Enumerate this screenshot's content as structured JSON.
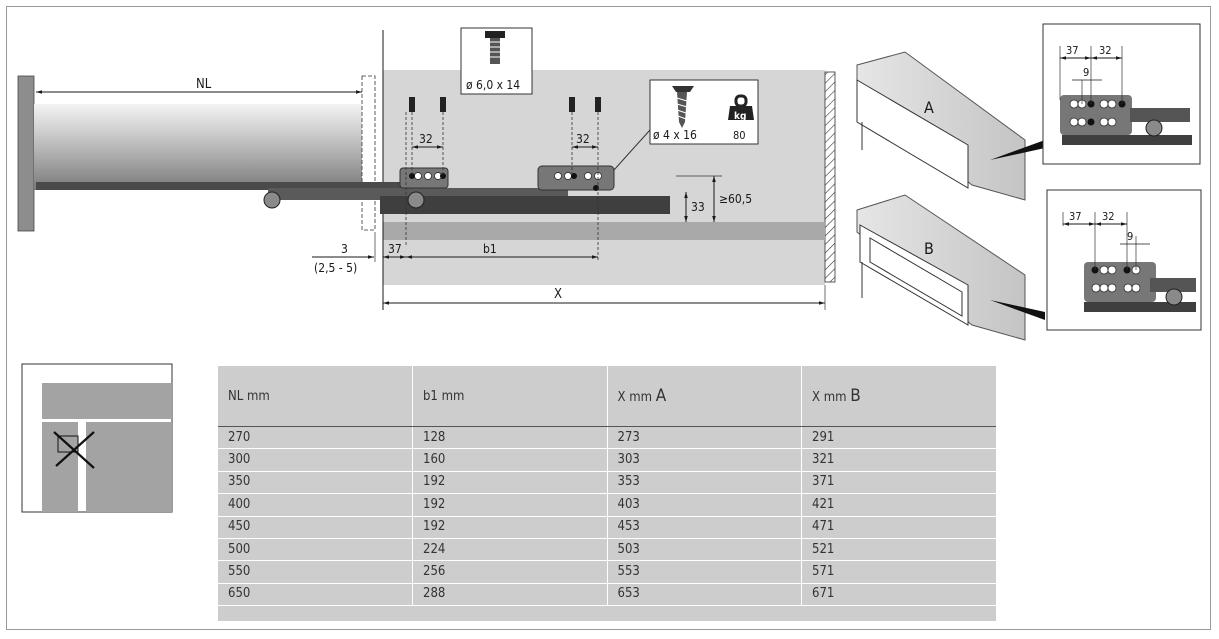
{
  "diagram": {
    "labels": {
      "nl": "NL",
      "gap": "3",
      "gap_range": "(2,5 - 5)",
      "dim_37": "37",
      "b1": "b1",
      "x": "X",
      "dim_32_left": "32",
      "dim_32_right": "32",
      "dim_33": "33",
      "min_height": "≥60,5",
      "screw_1": "ø 6,0 x 14",
      "screw_2": "ø 4 x 16",
      "load_unit": "kg",
      "load_value": "80"
    },
    "detail_a": {
      "label": "A",
      "dim_37": "37",
      "dim_32": "32",
      "dim_9": "9"
    },
    "detail_b": {
      "label": "B",
      "dim_37": "37",
      "dim_32": "32",
      "dim_9": "9"
    }
  },
  "table": {
    "headers": [
      {
        "text": "NL mm",
        "suffix": ""
      },
      {
        "text": "b1 mm",
        "suffix": ""
      },
      {
        "text": "X mm ",
        "suffix": "A"
      },
      {
        "text": "X mm ",
        "suffix": "B"
      }
    ],
    "rows": [
      [
        "270",
        "128",
        "273",
        "291"
      ],
      [
        "300",
        "160",
        "303",
        "321"
      ],
      [
        "350",
        "192",
        "353",
        "371"
      ],
      [
        "400",
        "192",
        "403",
        "421"
      ],
      [
        "450",
        "192",
        "453",
        "471"
      ],
      [
        "500",
        "224",
        "503",
        "521"
      ],
      [
        "550",
        "256",
        "553",
        "571"
      ],
      [
        "650",
        "288",
        "653",
        "671"
      ]
    ]
  },
  "colors": {
    "panel_gray": "#d6d6d6",
    "rail_dark": "#4a4a4a",
    "table_bg": "#cdcdcd"
  }
}
